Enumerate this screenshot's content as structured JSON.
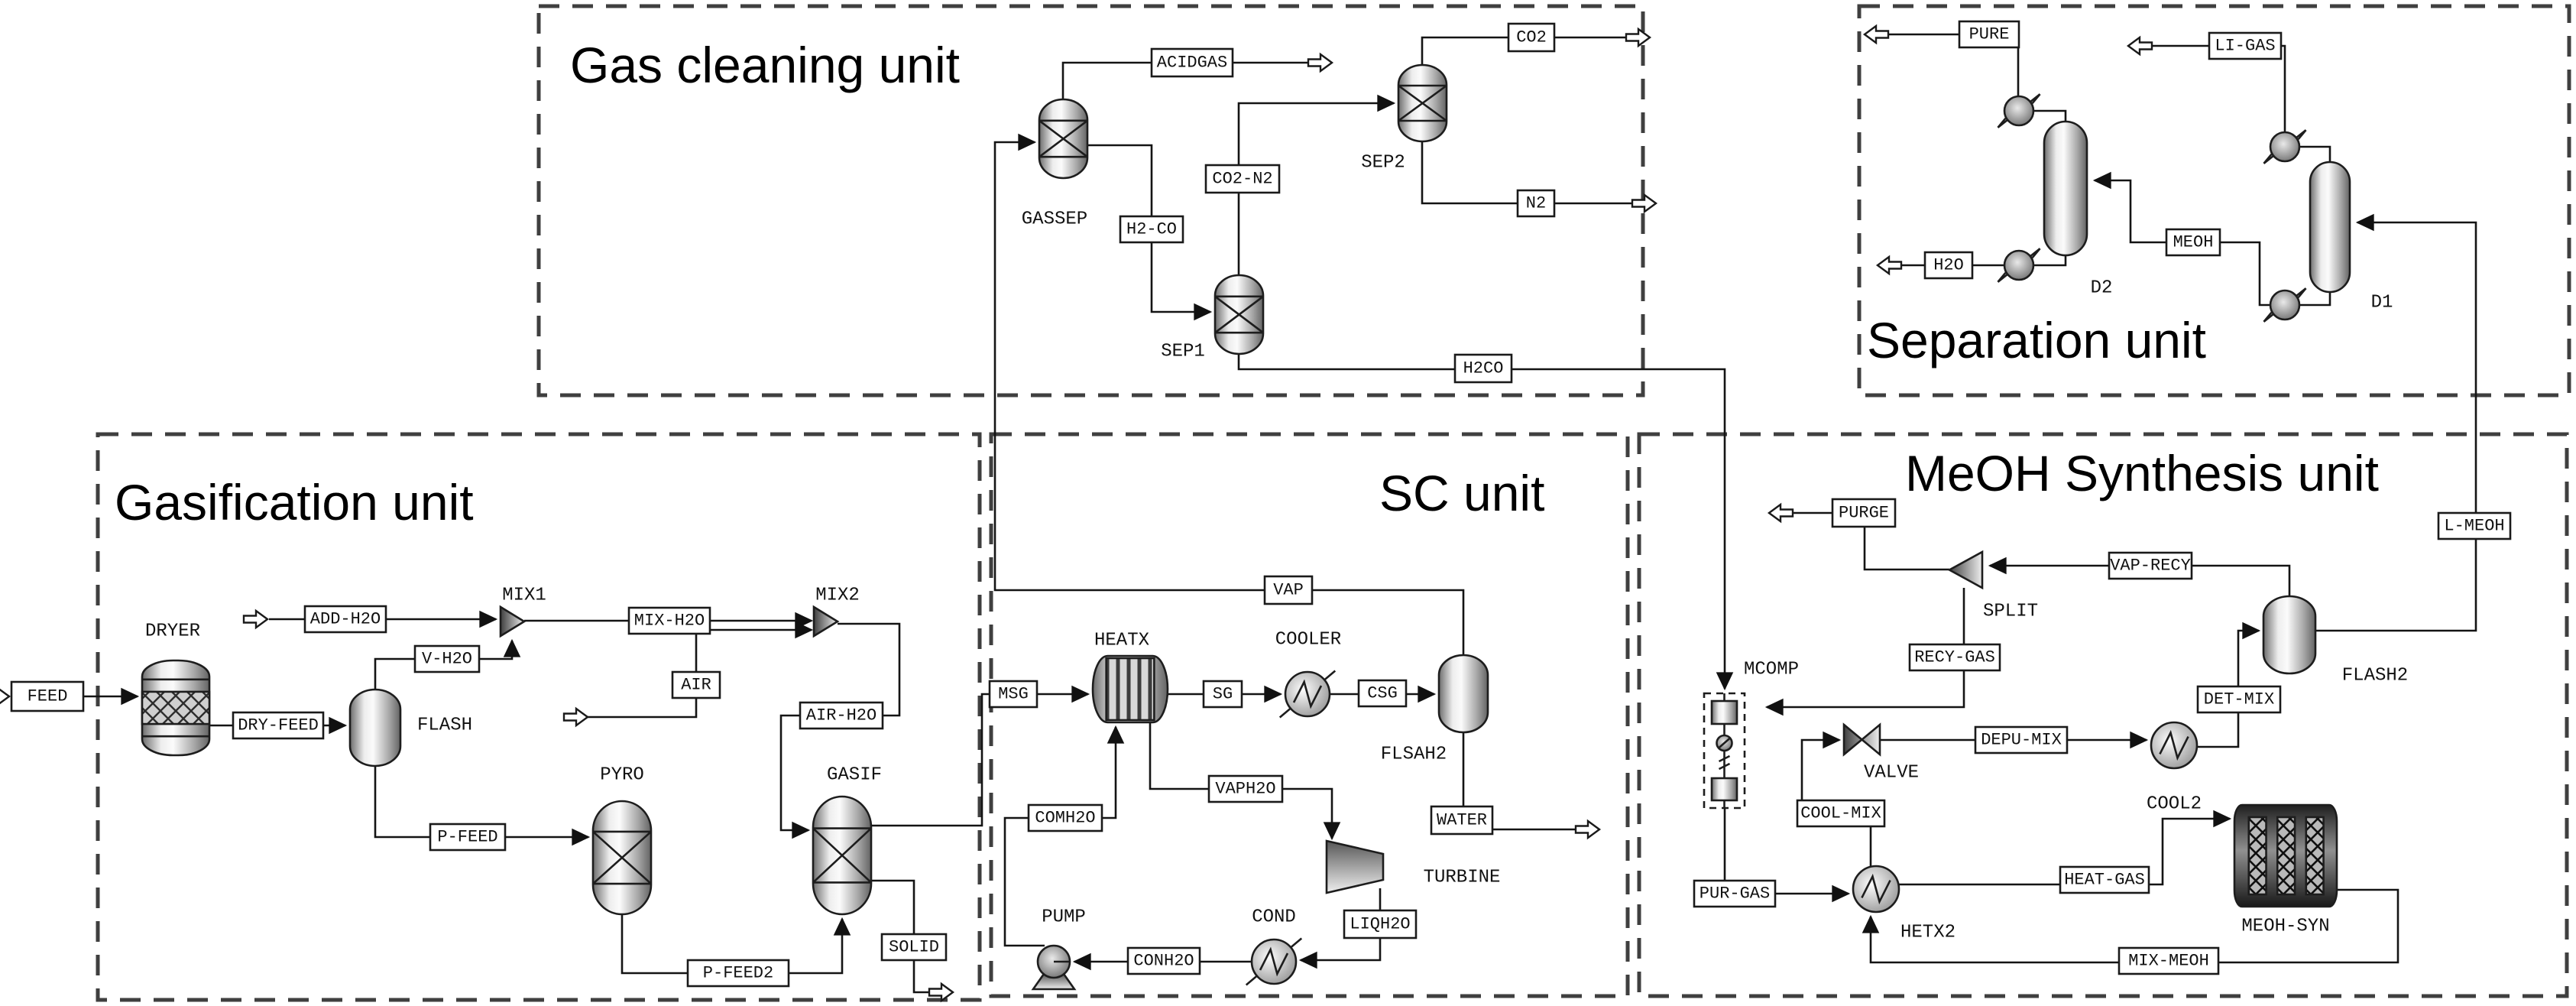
{
  "figure": {
    "type": "process-flow-diagram",
    "style": "Aspen Plus flowsheet, five dashed unit boundaries, grayscale equipment icons"
  },
  "units": {
    "gas_cleaning": {
      "title": "Gas cleaning unit"
    },
    "separation": {
      "title": "Separation unit"
    },
    "gasification": {
      "title": "Gasification unit"
    },
    "sc": {
      "title": "SC unit"
    },
    "meoh": {
      "title": "MeOH Synthesis unit"
    }
  },
  "blocks": {
    "dryer": "DRYER",
    "flash": "FLASH",
    "mix1": "MIX1",
    "mix2": "MIX2",
    "pyro": "PYRO",
    "gasif": "GASIF",
    "gassep": "GASSEP",
    "sep1": "SEP1",
    "sep2": "SEP2",
    "heatx": "HEATX",
    "cooler": "COOLER",
    "flsah2": "FLSAH2",
    "turbine": "TURBINE",
    "cond": "COND",
    "pump": "PUMP",
    "mcomp": "MCOMP",
    "split": "SPLIT",
    "valve": "VALVE",
    "cool2": "COOL2",
    "hetx2": "HETX2",
    "meoh_syn": "MEOH-SYN",
    "flash2": "FLASH2",
    "d1": "D1",
    "d2": "D2"
  },
  "streams": {
    "feed": "FEED",
    "dry_feed": "DRY-FEED",
    "add_h2o": "ADD-H2O",
    "v_h2o": "V-H2O",
    "mix_h2o": "MIX-H2O",
    "air": "AIR",
    "air_h2o": "AIR-H2O",
    "p_feed": "P-FEED",
    "p_feed2": "P-FEED2",
    "solid": "SOLID",
    "msg": "MSG",
    "sg": "SG",
    "csg": "CSG",
    "vap": "VAP",
    "vaph2o": "VAPH2O",
    "comh2o": "COMH2O",
    "conh2o": "CONH2O",
    "liqh2o": "LIQH2O",
    "water": "WATER",
    "acidgas": "ACIDGAS",
    "h2_co": "H2-CO",
    "co2_n2": "CO2-N2",
    "co2": "CO2",
    "n2": "N2",
    "h2co": "H2CO",
    "pure": "PURE",
    "h2o": "H2O",
    "meoh": "MEOH",
    "li_gas": "LI-GAS",
    "l_meoh": "L-MEOH",
    "vap_recy": "VAP-RECY",
    "purge": "PURGE",
    "recy_gas": "RECY-GAS",
    "depu_mix": "DEPU-MIX",
    "det_mix": "DET-MIX",
    "cool_mix": "COOL-MIX",
    "pur_gas": "PUR-GAS",
    "heat_gas": "HEAT-GAS",
    "mix_meoh": "MIX-MEOH"
  },
  "colors": {
    "line": "#141414",
    "unit_border": "#3f3f3f",
    "label_box_bg": "#ffffff",
    "vessel_light": "#f5f5f5",
    "vessel_dark": "#6d6d6d",
    "reactor_dark": "#222222"
  }
}
